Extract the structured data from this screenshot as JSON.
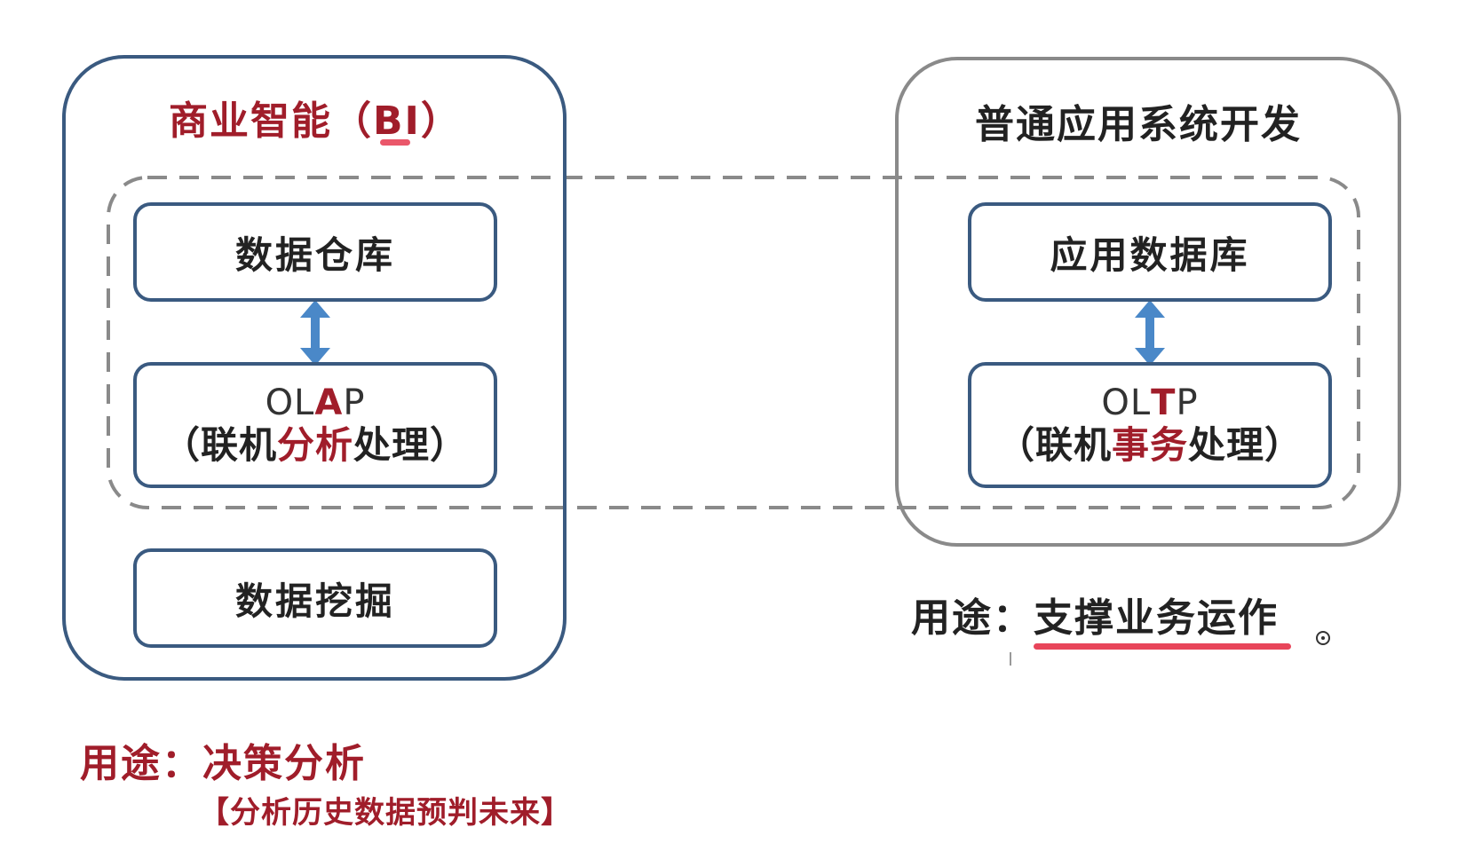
{
  "bi": {
    "title_main": "商业智能",
    "title_paren_open": "（",
    "title_acronym": "BI",
    "title_paren_close": "）",
    "data_warehouse": "数据仓库",
    "olap": {
      "acronym_pre": "OL",
      "acronym_highlight": "A",
      "acronym_post": "P",
      "desc_pre": "（联机",
      "desc_highlight": "分析",
      "desc_post": "处理）"
    },
    "data_mining": "数据挖掘",
    "usage_label": "用途：",
    "usage_value": "决策分析",
    "usage_note": "【分析历史数据预判未来】"
  },
  "app": {
    "title": "普通应用系统开发",
    "app_database": "应用数据库",
    "oltp": {
      "acronym_pre": "OL",
      "acronym_highlight": "T",
      "acronym_post": "P",
      "desc_pre": "（联机",
      "desc_highlight": "事务",
      "desc_post": "处理）"
    },
    "usage_label": "用途：",
    "usage_value": "支撑业务运作"
  },
  "colors": {
    "box_border": "#3a5a80",
    "app_container_border": "#8a8a8a",
    "accent_red": "#a01d2a",
    "arrow_blue": "#4a88c8",
    "dashed_gray": "#8a8a8a",
    "annotation_pink": "#e8455a"
  }
}
